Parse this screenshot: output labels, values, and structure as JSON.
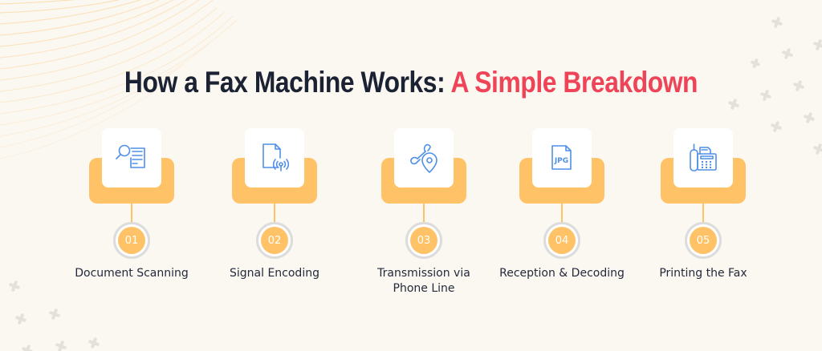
{
  "title": {
    "part1": "How a Fax Machine Works: ",
    "part2": "A Simple Breakdown"
  },
  "colors": {
    "background": "#fbf7f1",
    "title_dark": "#1b2233",
    "title_accent": "#ef4358",
    "orange": "#ffc266",
    "icon_blue": "#4f8fe6",
    "ring_gray": "#dcdcdc",
    "label_text": "#232a3b"
  },
  "steps": [
    {
      "number": "01",
      "label": "Document Scanning",
      "icon": "document-search-icon"
    },
    {
      "number": "02",
      "label": "Signal Encoding",
      "icon": "file-signal-icon"
    },
    {
      "number": "03",
      "label": "Transmission via\nPhone Line",
      "icon": "phone-location-icon"
    },
    {
      "number": "04",
      "label": "Reception & Decoding",
      "icon": "jpg-file-icon"
    },
    {
      "number": "05",
      "label": "Printing the Fax",
      "icon": "fax-machine-icon"
    }
  ]
}
